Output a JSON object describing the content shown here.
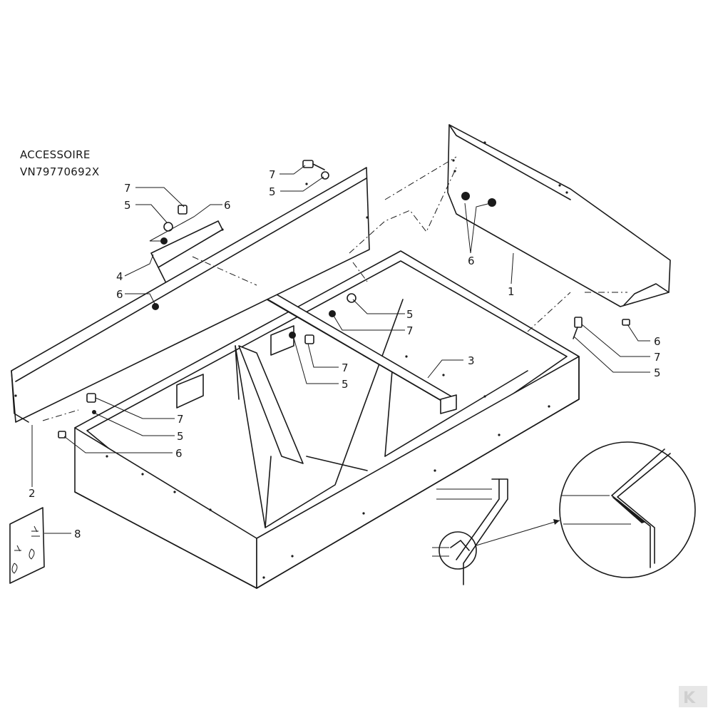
{
  "header": {
    "line1": "ACCESSOIRE",
    "line2": "VN79770692X"
  },
  "callouts": {
    "c1": "1",
    "c2": "2",
    "c3": "3",
    "c4": "4",
    "c5_a": "5",
    "c5_b": "5",
    "c5_c": "5",
    "c5_d": "5",
    "c5_e": "5",
    "c5_f": "5",
    "c6_a": "6",
    "c6_b": "6",
    "c6_c": "6",
    "c6_d": "6",
    "c6_e": "6",
    "c7_a": "7",
    "c7_b": "7",
    "c7_c": "7",
    "c7_d": "7",
    "c7_e": "7",
    "c7_f": "7",
    "c8": "8"
  },
  "icons": {
    "logo": "brand-logo-icon",
    "label_sticker": "warning-sticker-icon"
  },
  "colors": {
    "line": "#1a1a1a",
    "background": "#ffffff",
    "logo": "#cfcfcf"
  }
}
